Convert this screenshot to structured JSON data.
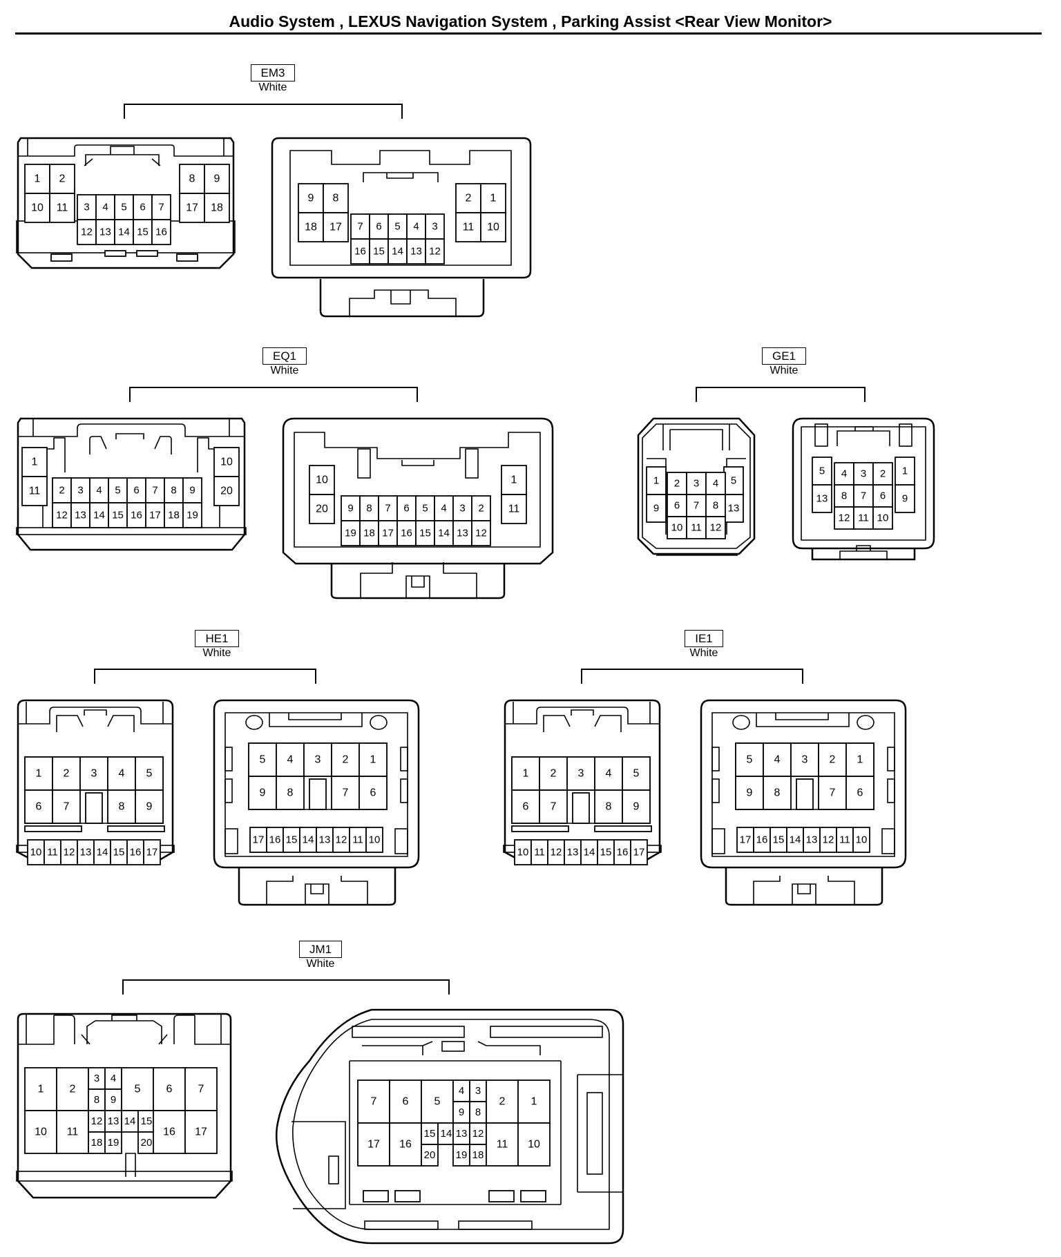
{
  "title": "Audio System , LEXUS Navigation System , Parking Assist <Rear View Monitor>",
  "connectors": [
    {
      "id": "EM3",
      "color": "White"
    },
    {
      "id": "EQ1",
      "color": "White"
    },
    {
      "id": "GE1",
      "color": "White"
    },
    {
      "id": "HE1",
      "color": "White"
    },
    {
      "id": "IE1",
      "color": "White"
    },
    {
      "id": "JM1",
      "color": "White"
    }
  ],
  "pins": {
    "em3_f": {
      "c1": [
        "1",
        "2",
        "10",
        "11"
      ],
      "c3": [
        "8",
        "9",
        "17",
        "18"
      ],
      "c2": [
        "3",
        "4",
        "5",
        "6",
        "7",
        "12",
        "13",
        "14",
        "15",
        "16"
      ]
    },
    "em3_r": {
      "c1": [
        "9",
        "8",
        "18",
        "17"
      ],
      "c3": [
        "2",
        "1",
        "11",
        "10"
      ],
      "c2": [
        "7",
        "6",
        "5",
        "4",
        "3",
        "16",
        "15",
        "14",
        "13",
        "12"
      ]
    },
    "eq1_f": {
      "c1": [
        "1",
        "11"
      ],
      "c3": [
        "10",
        "20"
      ],
      "c2": [
        "2",
        "3",
        "4",
        "5",
        "6",
        "7",
        "8",
        "9",
        "12",
        "13",
        "14",
        "15",
        "16",
        "17",
        "18",
        "19"
      ]
    },
    "eq1_r": {
      "c1": [
        "10",
        "20"
      ],
      "c3": [
        "1",
        "11"
      ],
      "c2": [
        "9",
        "8",
        "7",
        "6",
        "5",
        "4",
        "3",
        "2",
        "19",
        "18",
        "17",
        "16",
        "15",
        "14",
        "13",
        "12"
      ]
    },
    "ge1_f": {
      "c1": [
        "1",
        "9"
      ],
      "c3": [
        "5",
        "13"
      ],
      "c2": [
        "2",
        "3",
        "4",
        "6",
        "7",
        "8",
        "10",
        "11",
        "12"
      ]
    },
    "ge1_r": {
      "c1": [
        "5",
        "13"
      ],
      "c3": [
        "1",
        "9"
      ],
      "c2": [
        "4",
        "3",
        "2",
        "8",
        "7",
        "6",
        "12",
        "11",
        "10"
      ]
    },
    "he1_f": {
      "g": [
        "1",
        "2",
        "3",
        "4",
        "5",
        "6",
        "7",
        "8",
        "9"
      ],
      "b": [
        "10",
        "11",
        "12",
        "13",
        "14",
        "15",
        "16",
        "17"
      ]
    },
    "he1_r": {
      "g": [
        "5",
        "4",
        "3",
        "2",
        "1",
        "9",
        "8",
        "7",
        "6"
      ],
      "b": [
        "17",
        "16",
        "15",
        "14",
        "13",
        "12",
        "11",
        "10"
      ]
    },
    "ie1_f": {
      "g": [
        "1",
        "2",
        "3",
        "4",
        "5",
        "6",
        "7",
        "8",
        "9"
      ],
      "b": [
        "10",
        "11",
        "12",
        "13",
        "14",
        "15",
        "16",
        "17"
      ]
    },
    "ie1_r": {
      "g": [
        "5",
        "4",
        "3",
        "2",
        "1",
        "9",
        "8",
        "7",
        "6"
      ],
      "b": [
        "17",
        "16",
        "15",
        "14",
        "13",
        "12",
        "11",
        "10"
      ]
    },
    "jm1_f": {
      "top": [
        "1",
        "2",
        "3",
        "4",
        "8",
        "9",
        "5",
        "6",
        "7"
      ],
      "bot": [
        "10",
        "11",
        "12",
        "13",
        "14",
        "15",
        "18",
        "19",
        "20",
        "16",
        "17"
      ]
    },
    "jm1_r": {
      "top": [
        "7",
        "6",
        "5",
        "4",
        "3",
        "9",
        "8",
        "2",
        "1"
      ],
      "bot": [
        "17",
        "16",
        "15",
        "14",
        "13",
        "12",
        "20",
        "19",
        "18",
        "11",
        "10"
      ]
    }
  }
}
